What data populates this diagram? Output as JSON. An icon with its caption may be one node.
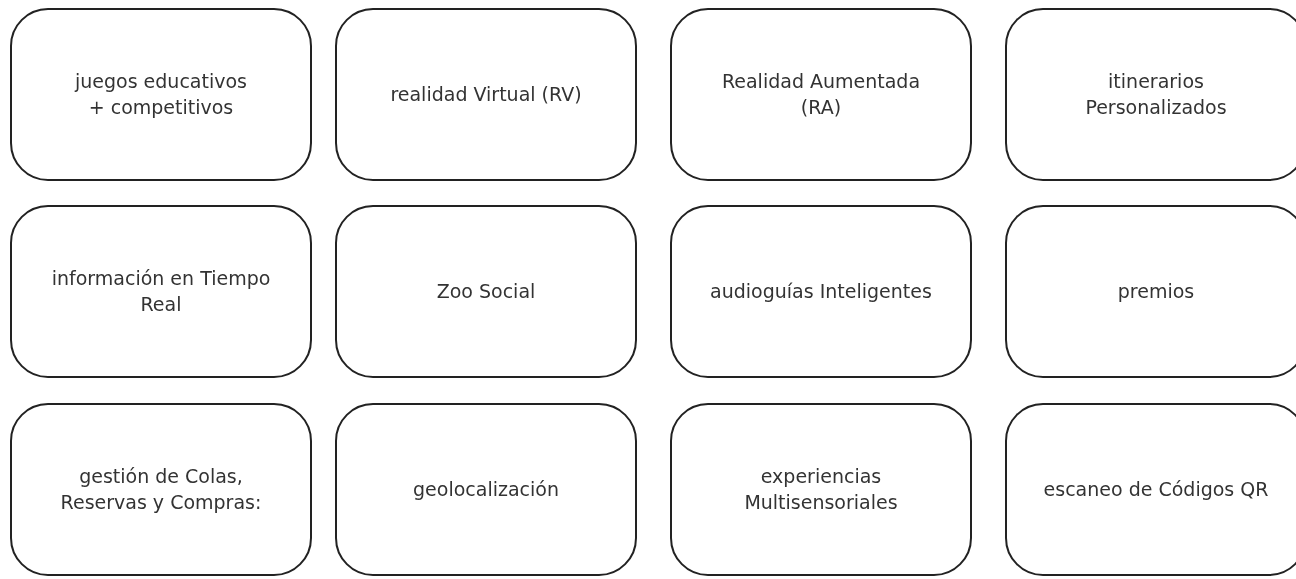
{
  "diagram": {
    "nodes": [
      {
        "text": [
          "juegos educativos + competitivos"
        ]
      },
      {
        "text": [
          "realidad Virtual (RV)"
        ]
      },
      {
        "text": [
          "Realidad Aumentada (RA)"
        ]
      },
      {
        "text": [
          "itinerarios Personalizados"
        ]
      },
      {
        "text": [
          "información en Tiempo Real"
        ]
      },
      {
        "text": [
          "Zoo Social"
        ]
      },
      {
        "text": [
          "audioguías Inteligentes"
        ]
      },
      {
        "text": [
          "premios"
        ]
      },
      {
        "text": [
          "gestión de Colas, Reservas y Compras:"
        ]
      },
      {
        "text": [
          "geolocalización"
        ]
      },
      {
        "text": [
          "experiencias Multisensoriales"
        ]
      },
      {
        "text": [
          "escaneo de Códigos QR"
        ]
      }
    ]
  }
}
